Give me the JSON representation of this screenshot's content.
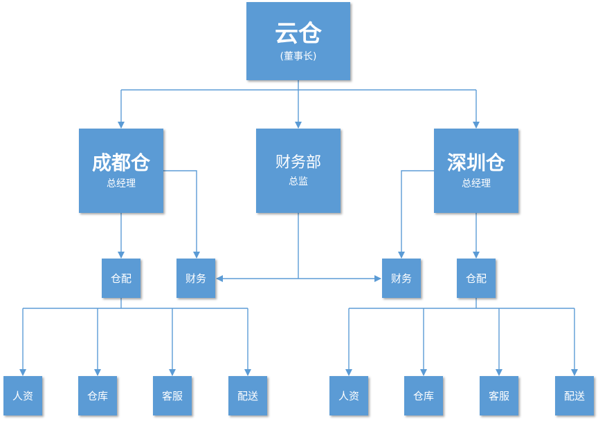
{
  "top": {
    "title": "云仓",
    "subtitle": "(董事长)"
  },
  "chengdu": {
    "title": "成都仓",
    "subtitle": "总经理"
  },
  "finance_dept": {
    "title": "财务部",
    "subtitle": "总监"
  },
  "shenzhen": {
    "title": "深圳仓",
    "subtitle": "总经理"
  },
  "chengdu_children": {
    "warehouse": "仓配",
    "finance": "财务"
  },
  "shenzhen_children": {
    "finance": "财务",
    "warehouse": "仓配"
  },
  "chengdu_leaves": [
    "人资",
    "仓库",
    "客服",
    "配送"
  ],
  "shenzhen_leaves": [
    "人资",
    "仓库",
    "客服",
    "配送"
  ],
  "colors": {
    "box": "#5b9bd5",
    "line": "#5b9bd5",
    "text": "#ffffff"
  }
}
